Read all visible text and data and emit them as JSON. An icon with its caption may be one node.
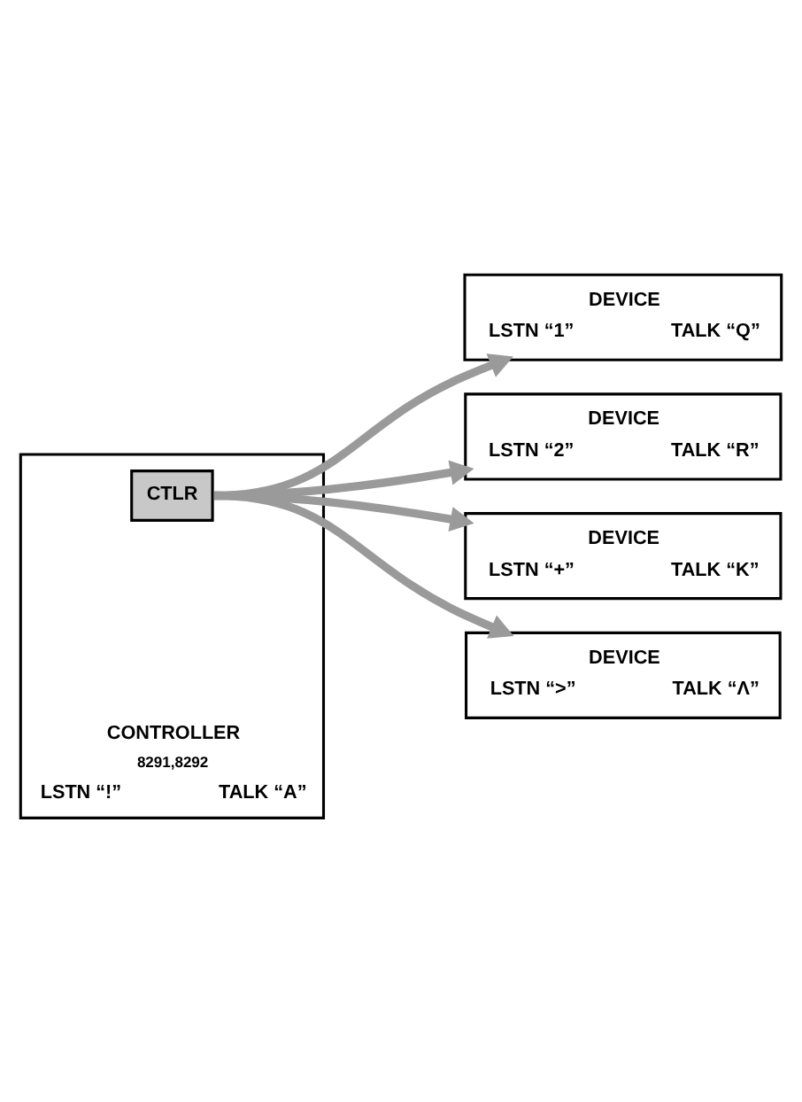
{
  "diagram": {
    "nodes": [
      {
        "text": [
          "CONTROLLER",
          "8291,8292",
          "LSTN “!”",
          "TALK “A”"
        ]
      },
      {
        "text": [
          "CTLR"
        ],
        "in": 0
      },
      {
        "text": [
          "DEVICE",
          "LSTN “1”",
          "TALK “Q”"
        ]
      },
      {
        "text": [
          "DEVICE",
          "LSTN “2”",
          "TALK “R”"
        ]
      },
      {
        "text": [
          "DEVICE",
          "LSTN “+”",
          "TALK “K”"
        ]
      },
      {
        "text": [
          "DEVICE",
          "LSTN “>”",
          "TALK “Λ”"
        ]
      }
    ],
    "edges": [
      {
        "from": 1,
        "to": 2,
        "arrow": "to"
      },
      {
        "from": 1,
        "to": 3,
        "arrow": "to"
      },
      {
        "from": 1,
        "to": 4,
        "arrow": "to"
      },
      {
        "from": 1,
        "to": 5,
        "arrow": "to"
      }
    ]
  }
}
